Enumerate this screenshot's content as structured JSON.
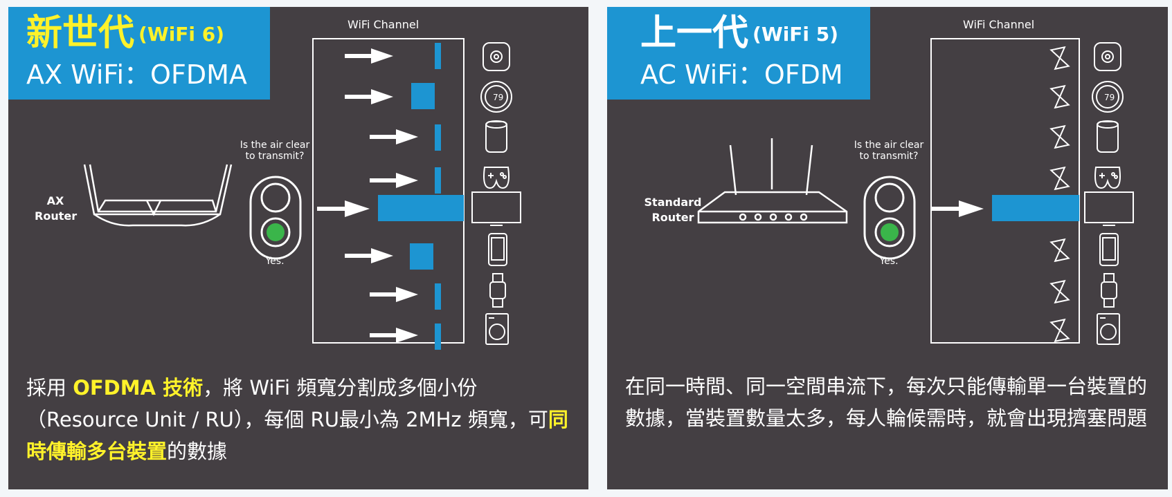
{
  "left": {
    "title_main": "新世代",
    "title_sub": "(WiFi 6)",
    "title_line2": "AX WiFi：OFDMA",
    "router_label_1": "AX",
    "router_label_2": "Router",
    "question_1": "Is the air clear",
    "question_2": "to transmit?",
    "answer": "Yes.",
    "channel_title": "WiFi Channel",
    "thermostat_value": "79",
    "desc": {
      "p1": "採用 ",
      "hl1": "OFDMA 技術",
      "p2": "，將 WiFi 頻寬分割成多個小份（Resource Unit / RU），每個 RU最小為 2MHz 頻寬，可",
      "hl2": "同時傳輸多台裝置",
      "p3": "的數據"
    }
  },
  "right": {
    "title_main": "上一代",
    "title_sub": "(WiFi 5)",
    "title_line2": "AC WiFi：OFDM",
    "router_label_1": "Standard",
    "router_label_2": "Router",
    "question_1": "Is the air clear",
    "question_2": "to transmit?",
    "answer": "Yes.",
    "channel_title": "WiFi Channel",
    "thermostat_value": "79",
    "desc": "在同一時間、同一空間串流下，每次只能傳輸單一台裝置的數據，當裝置數量太多，每人輪候需時，就會出現擠塞問題"
  },
  "colors": {
    "panel_bg": "#443f43",
    "title_bg": "#1d95d2",
    "highlight": "#fff22a",
    "signal_green": "#3ab54a"
  }
}
